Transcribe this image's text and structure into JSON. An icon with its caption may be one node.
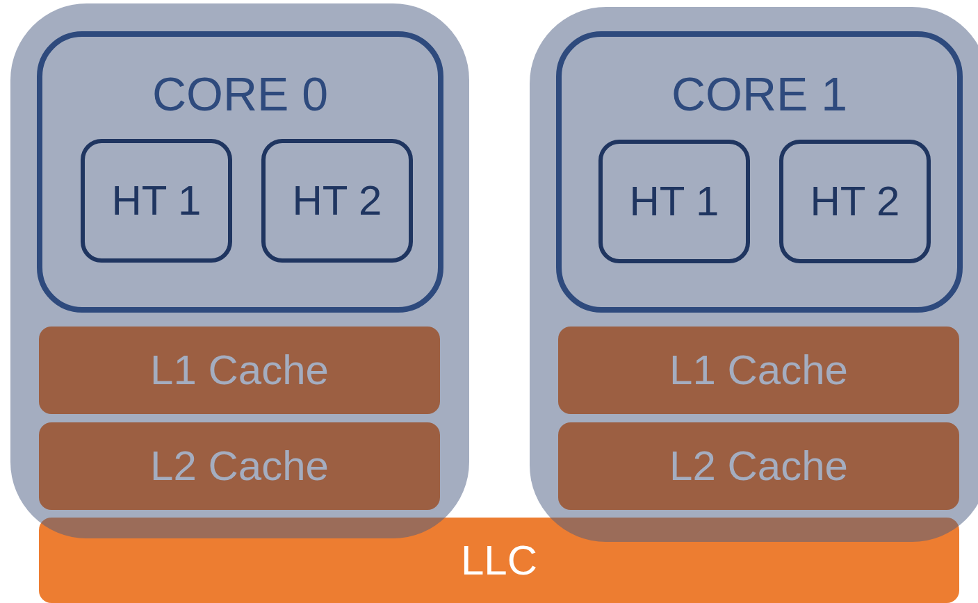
{
  "diagram": {
    "nodes": [
      {
        "text": [],
        "shape": "box"
      },
      {
        "text": [
          "CORE 0"
        ],
        "in": 0
      },
      {
        "text": [
          "HT 1"
        ],
        "in": 1
      },
      {
        "text": [
          "HT 2"
        ],
        "in": 1
      },
      {
        "text": [
          "L1 Cache"
        ],
        "in": 0
      },
      {
        "text": [
          "L2 Cache"
        ],
        "in": 0
      },
      {
        "text": [],
        "shape": "box"
      },
      {
        "text": [
          "CORE 1"
        ],
        "in": 6
      },
      {
        "text": [
          "HT 1"
        ],
        "in": 7
      },
      {
        "text": [
          "HT 2"
        ],
        "in": 7
      },
      {
        "text": [
          "L1 Cache"
        ],
        "in": 6
      },
      {
        "text": [
          "L2 Cache"
        ],
        "in": 6
      },
      {
        "text": [
          "LLC"
        ]
      }
    ],
    "edges": []
  }
}
